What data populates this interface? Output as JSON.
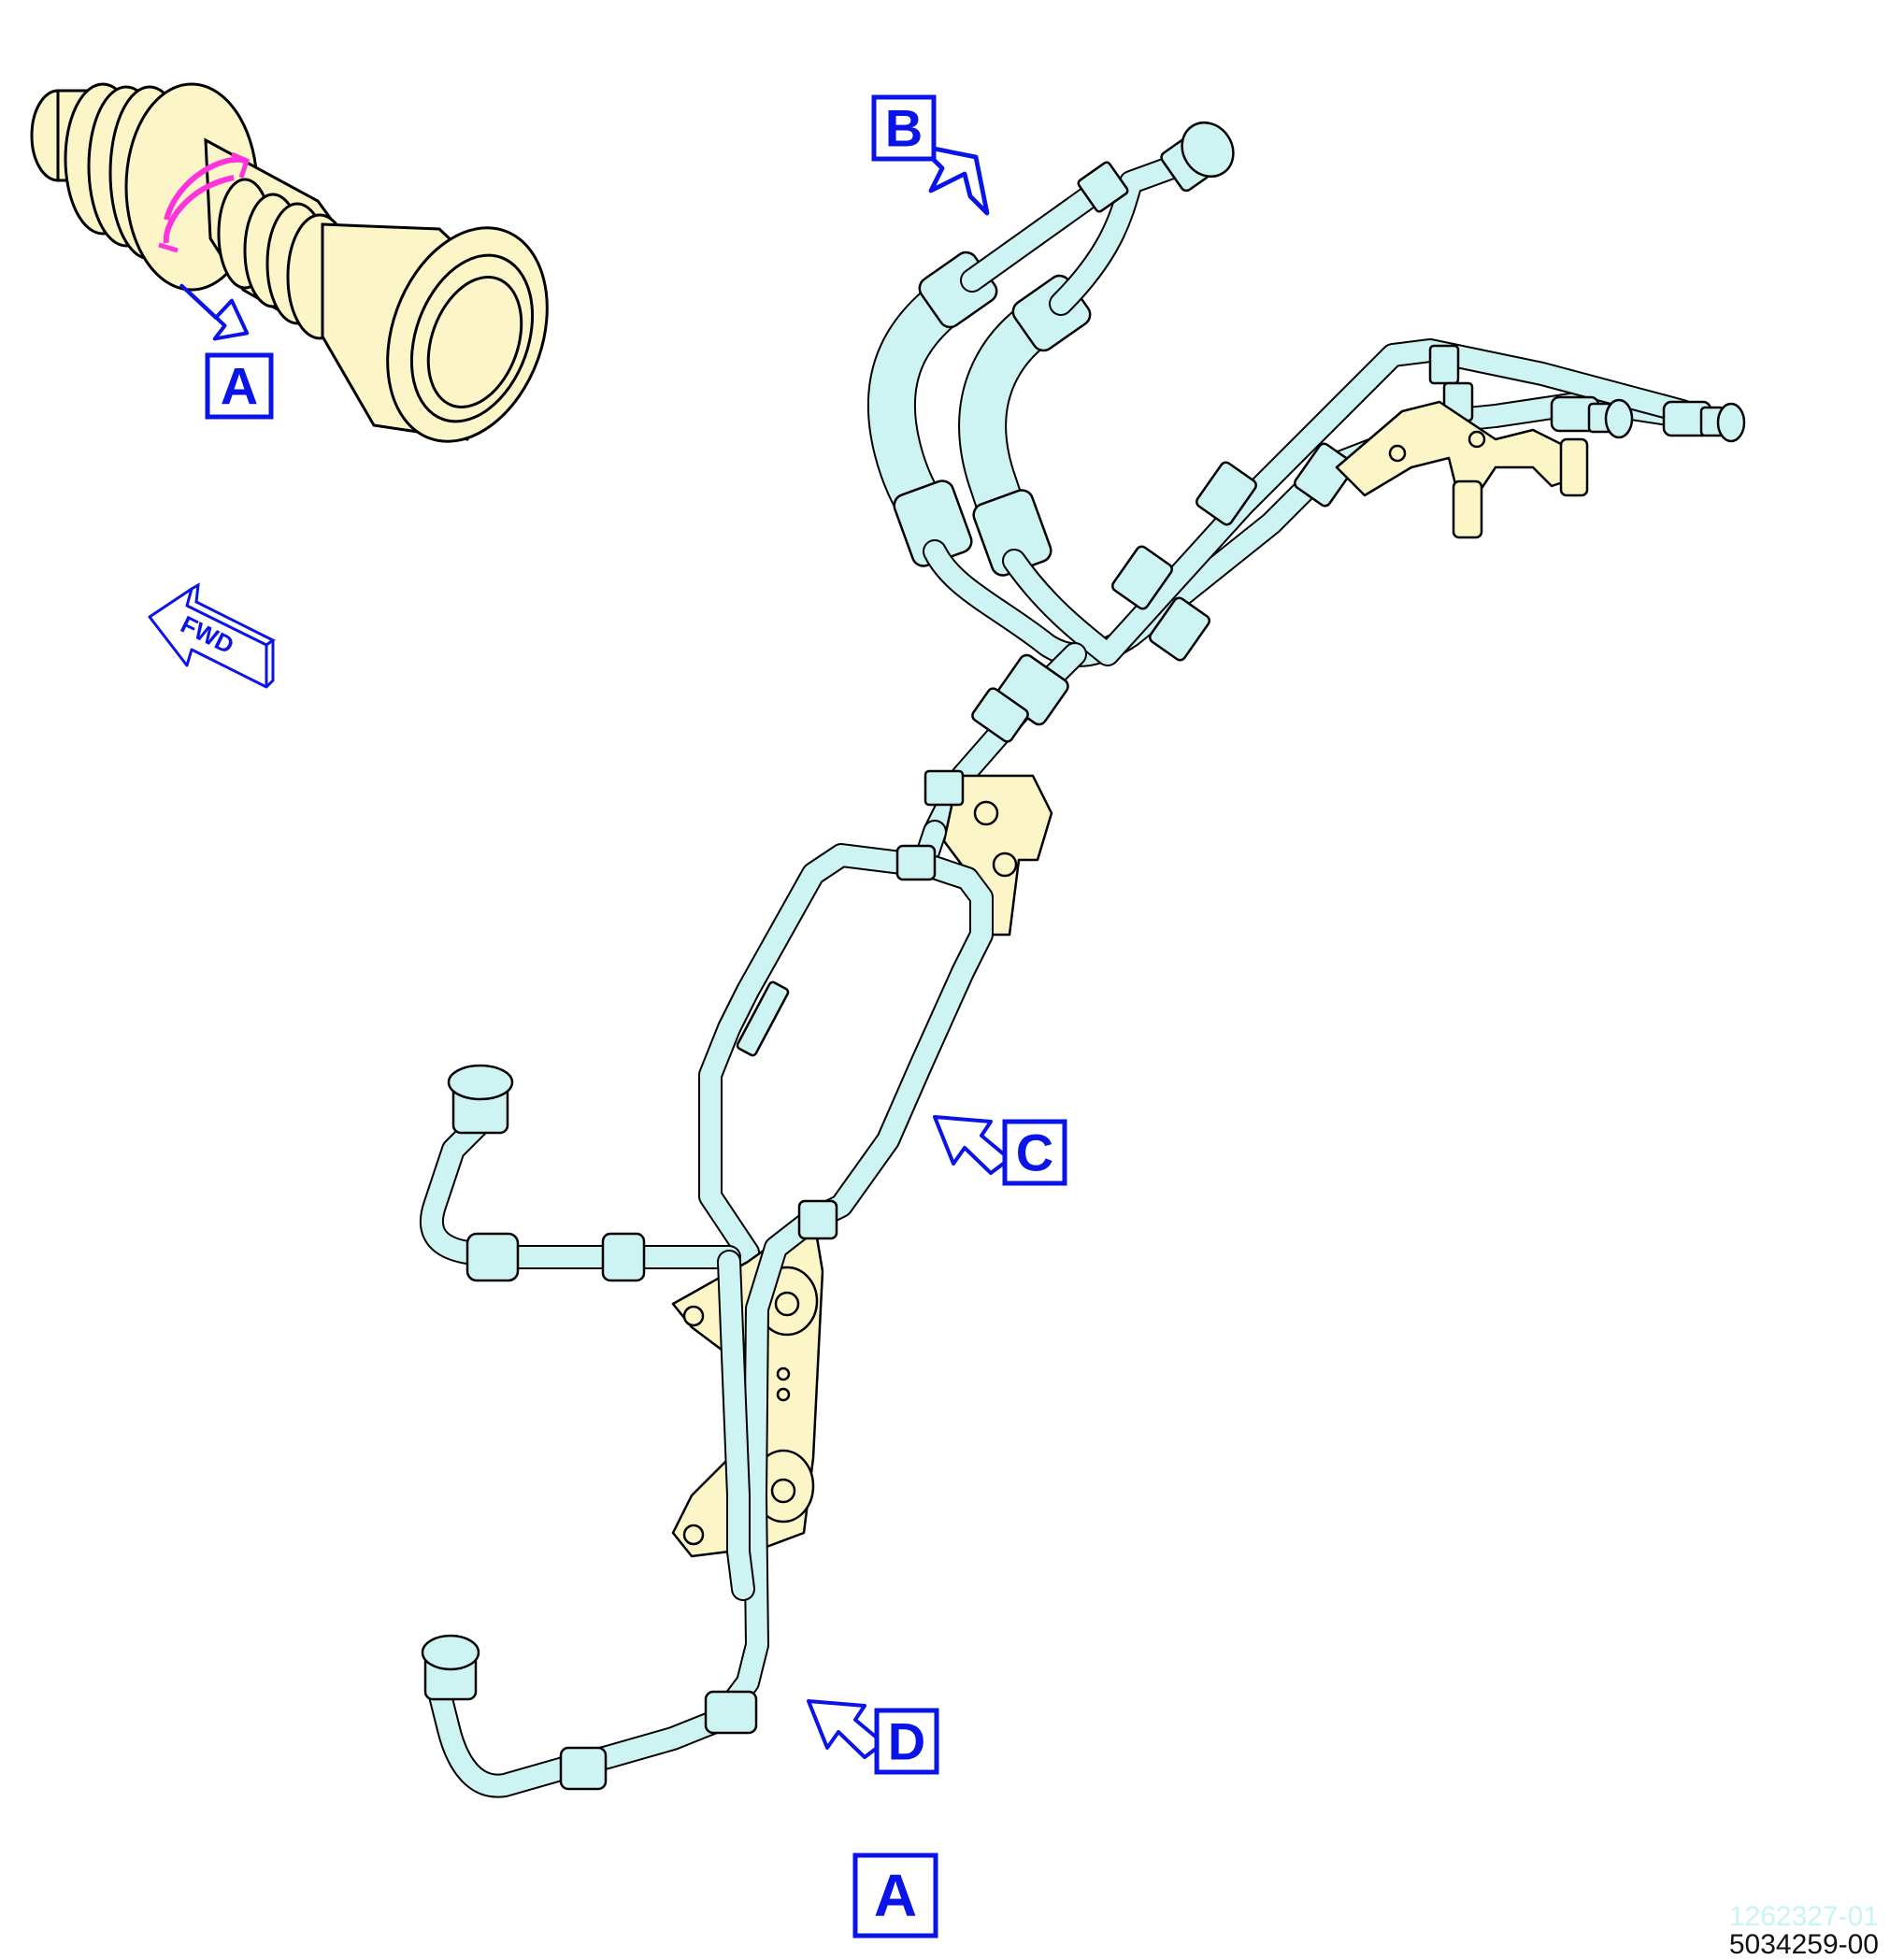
{
  "callouts": {
    "a_top": "A",
    "b": "B",
    "c": "C",
    "d": "D",
    "a_bottom": "A"
  },
  "direction_label": "FWD",
  "drawing_numbers": {
    "faint": "1262327-01",
    "main": "5034259-00"
  },
  "colors": {
    "tube": "#cdf3f3",
    "bracket": "#fbf5c8",
    "callout": "#0a14e6",
    "highlight": "#ff33dd",
    "faint_text": "#c8f4f4"
  }
}
